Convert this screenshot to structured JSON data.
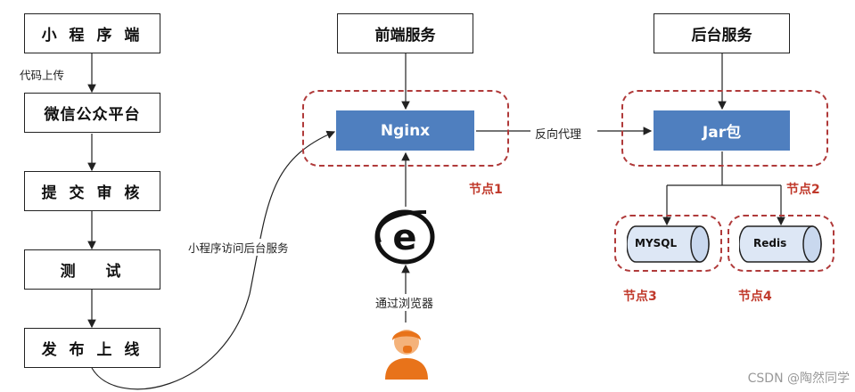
{
  "left_flow": {
    "steps": [
      "小 程 序 端",
      "微信公众平台",
      "提 交 审 核",
      "测   试",
      "发 布 上 线"
    ],
    "upload_label": "代码上传"
  },
  "frontend": {
    "title": "前端服务",
    "nginx": "Nginx",
    "node_label": "节点1"
  },
  "backend": {
    "title": "后台服务",
    "jar": "Jar包",
    "node_label": "节点2"
  },
  "proxy_label": "反向代理",
  "miniapp_access_label": "小程序访问后台服务",
  "browser_label": "通过浏览器",
  "databases": [
    {
      "name": "MYSQL",
      "node_label": "节点3"
    },
    {
      "name": "Redis",
      "node_label": "节点4"
    }
  ],
  "watermark": "CSDN @陶然同学",
  "colors": {
    "accent": "#4f7fbf",
    "node": "#c0392b"
  }
}
